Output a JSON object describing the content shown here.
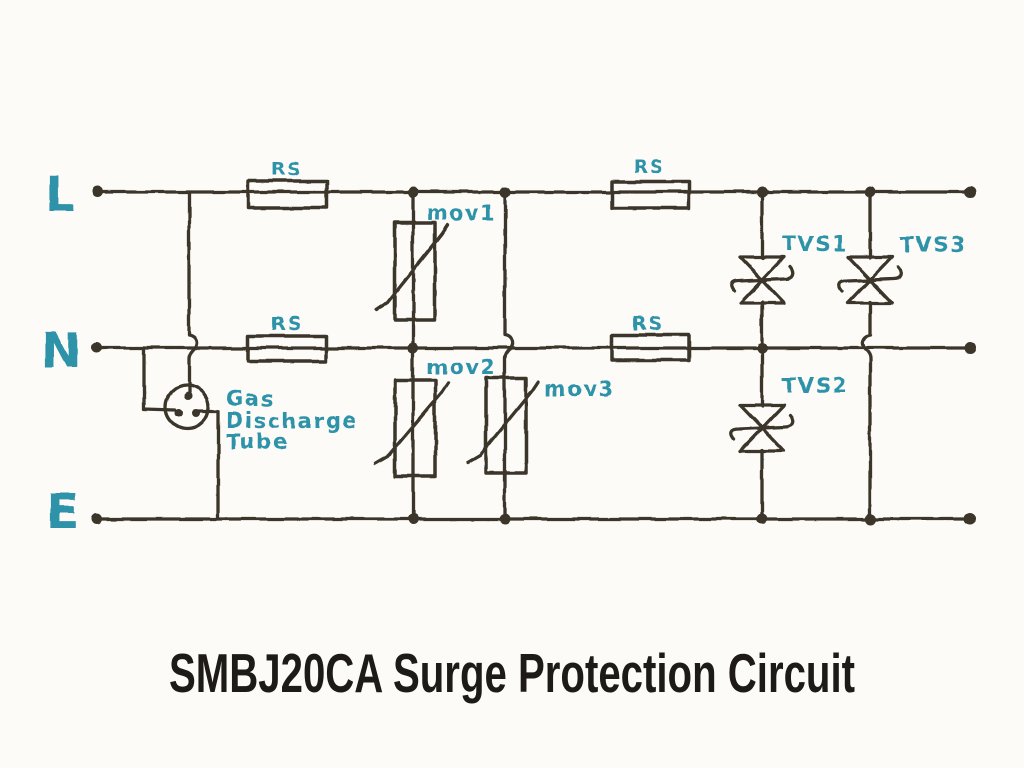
{
  "diagram": {
    "title": "SMBJ20CA Surge Protection Circuit",
    "rail_labels": {
      "live": "L",
      "neutral": "N",
      "earth": "E"
    },
    "component_labels": {
      "rs_live_left": "RS",
      "rs_live_right": "RS",
      "rs_neutral_left": "RS",
      "rs_neutral_right": "RS",
      "mov1": "mov1",
      "mov2": "mov2",
      "mov3": "mov3",
      "tvs1": "TVS1",
      "tvs2": "TVS2",
      "tvs3": "TVS3",
      "gas_discharge_tube": [
        "Gas",
        "Discharge",
        "Tube"
      ]
    },
    "colors": {
      "ink": "#3a342c",
      "annotation": "#2e93a9",
      "title_text": "#1d1a17",
      "background": "#fcfbf8"
    }
  }
}
